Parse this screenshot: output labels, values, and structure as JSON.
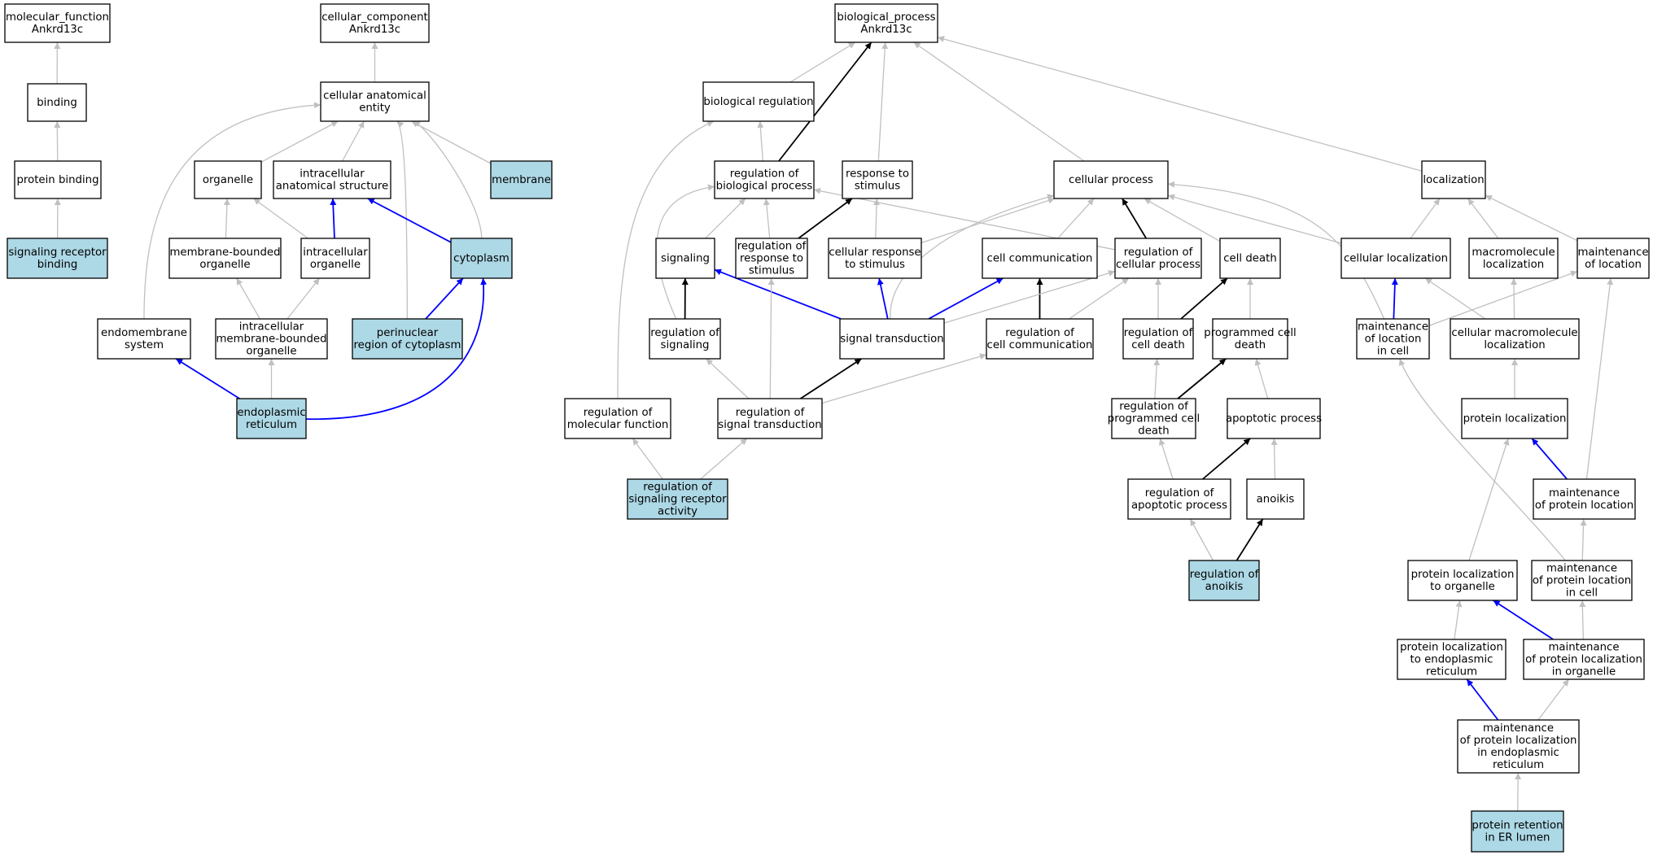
{
  "colors": {
    "highlight_fill": "#add8e6",
    "plain_fill": "#ffffff",
    "edge_gray": "#c0c0c0",
    "edge_black": "#000000",
    "edge_blue": "#0000ff"
  },
  "nodes": [
    {
      "id": "mf",
      "lines": [
        "molecular_function",
        "Ankrd13c"
      ],
      "highlight": false
    },
    {
      "id": "binding",
      "lines": [
        "binding"
      ],
      "highlight": false
    },
    {
      "id": "protein_binding",
      "lines": [
        "protein binding"
      ],
      "highlight": false
    },
    {
      "id": "signaling_receptor_binding",
      "lines": [
        "signaling receptor",
        "binding"
      ],
      "highlight": true
    },
    {
      "id": "cc",
      "lines": [
        "cellular_component",
        "Ankrd13c"
      ],
      "highlight": false
    },
    {
      "id": "cae",
      "lines": [
        "cellular anatomical",
        "entity"
      ],
      "highlight": false
    },
    {
      "id": "organelle",
      "lines": [
        "organelle"
      ],
      "highlight": false
    },
    {
      "id": "ias",
      "lines": [
        "intracellular",
        "anatomical structure"
      ],
      "highlight": false
    },
    {
      "id": "membrane",
      "lines": [
        "membrane"
      ],
      "highlight": true
    },
    {
      "id": "mbo",
      "lines": [
        "membrane-bounded",
        "organelle"
      ],
      "highlight": false
    },
    {
      "id": "io",
      "lines": [
        "intracellular",
        "organelle"
      ],
      "highlight": false
    },
    {
      "id": "cytoplasm",
      "lines": [
        "cytoplasm"
      ],
      "highlight": true
    },
    {
      "id": "endomembrane",
      "lines": [
        "endomembrane",
        "system"
      ],
      "highlight": false
    },
    {
      "id": "imbo",
      "lines": [
        "intracellular",
        "membrane-bounded",
        "organelle"
      ],
      "highlight": false
    },
    {
      "id": "perinuclear",
      "lines": [
        "perinuclear",
        "region of cytoplasm"
      ],
      "highlight": true
    },
    {
      "id": "er",
      "lines": [
        "endoplasmic",
        "reticulum"
      ],
      "highlight": true
    },
    {
      "id": "bp",
      "lines": [
        "biological_process",
        "Ankrd13c"
      ],
      "highlight": false
    },
    {
      "id": "bio_reg",
      "lines": [
        "biological regulation"
      ],
      "highlight": false
    },
    {
      "id": "reg_bp",
      "lines": [
        "regulation of",
        "biological process"
      ],
      "highlight": false
    },
    {
      "id": "resp_stim",
      "lines": [
        "response to",
        "stimulus"
      ],
      "highlight": false
    },
    {
      "id": "cell_proc",
      "lines": [
        "cellular process"
      ],
      "highlight": false
    },
    {
      "id": "localization",
      "lines": [
        "localization"
      ],
      "highlight": false
    },
    {
      "id": "signaling",
      "lines": [
        "signaling"
      ],
      "highlight": false
    },
    {
      "id": "reg_resp_stim",
      "lines": [
        "regulation of",
        "response to",
        "stimulus"
      ],
      "highlight": false
    },
    {
      "id": "cell_resp_stim",
      "lines": [
        "cellular response",
        "to stimulus"
      ],
      "highlight": false
    },
    {
      "id": "cell_comm",
      "lines": [
        "cell communication"
      ],
      "highlight": false
    },
    {
      "id": "reg_cell_proc",
      "lines": [
        "regulation of",
        "cellular process"
      ],
      "highlight": false
    },
    {
      "id": "cell_death",
      "lines": [
        "cell death"
      ],
      "highlight": false
    },
    {
      "id": "cell_loc",
      "lines": [
        "cellular localization"
      ],
      "highlight": false
    },
    {
      "id": "macro_loc",
      "lines": [
        "macromolecule",
        "localization"
      ],
      "highlight": false
    },
    {
      "id": "maint_loc",
      "lines": [
        "maintenance",
        "of location"
      ],
      "highlight": false
    },
    {
      "id": "reg_signaling",
      "lines": [
        "regulation of",
        "signaling"
      ],
      "highlight": false
    },
    {
      "id": "sig_trans",
      "lines": [
        "signal transduction"
      ],
      "highlight": false
    },
    {
      "id": "reg_cell_comm",
      "lines": [
        "regulation of",
        "cell communication"
      ],
      "highlight": false
    },
    {
      "id": "reg_cell_death",
      "lines": [
        "regulation of",
        "cell death"
      ],
      "highlight": false
    },
    {
      "id": "pcd",
      "lines": [
        "programmed cell",
        "death"
      ],
      "highlight": false
    },
    {
      "id": "maint_loc_cell",
      "lines": [
        "maintenance",
        "of location",
        "in cell"
      ],
      "highlight": false
    },
    {
      "id": "cell_macro_loc",
      "lines": [
        "cellular macromolecule",
        "localization"
      ],
      "highlight": false
    },
    {
      "id": "reg_mf",
      "lines": [
        "regulation of",
        "molecular function"
      ],
      "highlight": false
    },
    {
      "id": "reg_sig_trans",
      "lines": [
        "regulation of",
        "signal transduction"
      ],
      "highlight": false
    },
    {
      "id": "reg_pcd",
      "lines": [
        "regulation of",
        "programmed cell",
        "death"
      ],
      "highlight": false
    },
    {
      "id": "apoptotic",
      "lines": [
        "apoptotic process"
      ],
      "highlight": false
    },
    {
      "id": "prot_loc",
      "lines": [
        "protein localization"
      ],
      "highlight": false
    },
    {
      "id": "reg_srec_act",
      "lines": [
        "regulation of",
        "signaling receptor",
        "activity"
      ],
      "highlight": true
    },
    {
      "id": "reg_apop",
      "lines": [
        "regulation of",
        "apoptotic process"
      ],
      "highlight": false
    },
    {
      "id": "anoikis",
      "lines": [
        "anoikis"
      ],
      "highlight": false
    },
    {
      "id": "maint_prot_loc",
      "lines": [
        "maintenance",
        "of protein location"
      ],
      "highlight": false
    },
    {
      "id": "reg_anoikis",
      "lines": [
        "regulation of",
        "anoikis"
      ],
      "highlight": true
    },
    {
      "id": "prot_loc_org",
      "lines": [
        "protein localization",
        "to organelle"
      ],
      "highlight": false
    },
    {
      "id": "maint_prot_loc_cell",
      "lines": [
        "maintenance",
        "of protein location",
        "in cell"
      ],
      "highlight": false
    },
    {
      "id": "prot_loc_er",
      "lines": [
        "protein localization",
        "to endoplasmic",
        "reticulum"
      ],
      "highlight": false
    },
    {
      "id": "maint_prot_loc_org",
      "lines": [
        "maintenance",
        "of protein localization",
        "in organelle"
      ],
      "highlight": false
    },
    {
      "id": "maint_prot_loc_er",
      "lines": [
        "maintenance",
        "of protein localization",
        "in endoplasmic",
        "reticulum"
      ],
      "highlight": false
    },
    {
      "id": "prot_ret_er",
      "lines": [
        "protein retention",
        "in ER lumen"
      ],
      "highlight": true
    }
  ],
  "edges": [
    {
      "from": "binding",
      "to": "mf",
      "type": "gray"
    },
    {
      "from": "protein_binding",
      "to": "binding",
      "type": "gray"
    },
    {
      "from": "signaling_receptor_binding",
      "to": "protein_binding",
      "type": "gray"
    },
    {
      "from": "cae",
      "to": "cc",
      "type": "gray"
    },
    {
      "from": "organelle",
      "to": "cae",
      "type": "gray"
    },
    {
      "from": "ias",
      "to": "cae",
      "type": "gray"
    },
    {
      "from": "membrane",
      "to": "cae",
      "type": "gray"
    },
    {
      "from": "cytoplasm",
      "to": "cae",
      "type": "gray"
    },
    {
      "from": "perinuclear",
      "to": "cae",
      "type": "gray"
    },
    {
      "from": "endomembrane",
      "to": "cae",
      "type": "gray"
    },
    {
      "from": "mbo",
      "to": "organelle",
      "type": "gray"
    },
    {
      "from": "io",
      "to": "organelle",
      "type": "gray"
    },
    {
      "from": "io",
      "to": "ias",
      "type": "blue"
    },
    {
      "from": "cytoplasm",
      "to": "ias",
      "type": "blue"
    },
    {
      "from": "imbo",
      "to": "mbo",
      "type": "gray"
    },
    {
      "from": "imbo",
      "to": "io",
      "type": "gray"
    },
    {
      "from": "perinuclear",
      "to": "cytoplasm",
      "type": "blue"
    },
    {
      "from": "er",
      "to": "imbo",
      "type": "gray"
    },
    {
      "from": "er",
      "to": "endomembrane",
      "type": "blue"
    },
    {
      "from": "er",
      "to": "cytoplasm",
      "type": "blue"
    },
    {
      "from": "bio_reg",
      "to": "bp",
      "type": "gray"
    },
    {
      "from": "reg_bp",
      "to": "bp",
      "type": "black"
    },
    {
      "from": "resp_stim",
      "to": "bp",
      "type": "gray"
    },
    {
      "from": "cell_proc",
      "to": "bp",
      "type": "gray"
    },
    {
      "from": "localization",
      "to": "bp",
      "type": "gray"
    },
    {
      "from": "reg_bp",
      "to": "bio_reg",
      "type": "gray"
    },
    {
      "from": "reg_mf",
      "to": "bio_reg",
      "type": "gray"
    },
    {
      "from": "signaling",
      "to": "reg_bp",
      "type": "gray"
    },
    {
      "from": "reg_resp_stim",
      "to": "reg_bp",
      "type": "gray"
    },
    {
      "from": "reg_cell_proc",
      "to": "reg_bp",
      "type": "gray"
    },
    {
      "from": "reg_signaling",
      "to": "reg_bp",
      "type": "gray"
    },
    {
      "from": "reg_resp_stim",
      "to": "resp_stim",
      "type": "black"
    },
    {
      "from": "cell_resp_stim",
      "to": "resp_stim",
      "type": "gray"
    },
    {
      "from": "cell_resp_stim",
      "to": "cell_proc",
      "type": "gray"
    },
    {
      "from": "cell_comm",
      "to": "cell_proc",
      "type": "gray"
    },
    {
      "from": "reg_cell_proc",
      "to": "cell_proc",
      "type": "black"
    },
    {
      "from": "cell_death",
      "to": "cell_proc",
      "type": "gray"
    },
    {
      "from": "cell_loc",
      "to": "cell_proc",
      "type": "gray"
    },
    {
      "from": "sig_trans",
      "to": "cell_proc",
      "type": "gray"
    },
    {
      "from": "maint_loc_cell",
      "to": "cell_proc",
      "type": "gray"
    },
    {
      "from": "cell_loc",
      "to": "localization",
      "type": "gray"
    },
    {
      "from": "macro_loc",
      "to": "localization",
      "type": "gray"
    },
    {
      "from": "maint_loc",
      "to": "localization",
      "type": "gray"
    },
    {
      "from": "reg_signaling",
      "to": "signaling",
      "type": "black"
    },
    {
      "from": "sig_trans",
      "to": "signaling",
      "type": "blue"
    },
    {
      "from": "reg_sig_trans",
      "to": "reg_resp_stim",
      "type": "gray"
    },
    {
      "from": "sig_trans",
      "to": "cell_resp_stim",
      "type": "blue"
    },
    {
      "from": "sig_trans",
      "to": "cell_comm",
      "type": "blue"
    },
    {
      "from": "reg_cell_comm",
      "to": "cell_comm",
      "type": "black"
    },
    {
      "from": "sig_trans",
      "to": "reg_cell_proc",
      "type": "gray"
    },
    {
      "from": "reg_cell_comm",
      "to": "reg_cell_proc",
      "type": "gray"
    },
    {
      "from": "reg_cell_death",
      "to": "reg_cell_proc",
      "type": "gray"
    },
    {
      "from": "reg_cell_death",
      "to": "cell_death",
      "type": "black"
    },
    {
      "from": "pcd",
      "to": "cell_death",
      "type": "gray"
    },
    {
      "from": "maint_loc_cell",
      "to": "cell_loc",
      "type": "blue"
    },
    {
      "from": "cell_macro_loc",
      "to": "cell_loc",
      "type": "gray"
    },
    {
      "from": "cell_macro_loc",
      "to": "macro_loc",
      "type": "gray"
    },
    {
      "from": "maint_loc_cell",
      "to": "maint_loc",
      "type": "gray"
    },
    {
      "from": "maint_prot_loc",
      "to": "maint_loc",
      "type": "gray"
    },
    {
      "from": "reg_sig_trans",
      "to": "reg_signaling",
      "type": "gray"
    },
    {
      "from": "reg_sig_trans",
      "to": "sig_trans",
      "type": "black"
    },
    {
      "from": "reg_sig_trans",
      "to": "reg_cell_comm",
      "type": "gray"
    },
    {
      "from": "reg_pcd",
      "to": "reg_cell_death",
      "type": "gray"
    },
    {
      "from": "reg_pcd",
      "to": "pcd",
      "type": "black"
    },
    {
      "from": "apoptotic",
      "to": "pcd",
      "type": "gray"
    },
    {
      "from": "maint_prot_loc_cell",
      "to": "maint_loc_cell",
      "type": "gray"
    },
    {
      "from": "prot_loc",
      "to": "cell_macro_loc",
      "type": "gray"
    },
    {
      "from": "reg_srec_act",
      "to": "reg_mf",
      "type": "gray"
    },
    {
      "from": "reg_srec_act",
      "to": "reg_sig_trans",
      "type": "gray"
    },
    {
      "from": "reg_apop",
      "to": "reg_pcd",
      "type": "gray"
    },
    {
      "from": "reg_apop",
      "to": "apoptotic",
      "type": "black"
    },
    {
      "from": "anoikis",
      "to": "apoptotic",
      "type": "gray"
    },
    {
      "from": "prot_loc_org",
      "to": "prot_loc",
      "type": "gray"
    },
    {
      "from": "maint_prot_loc",
      "to": "prot_loc",
      "type": "blue"
    },
    {
      "from": "reg_anoikis",
      "to": "reg_apop",
      "type": "gray"
    },
    {
      "from": "reg_anoikis",
      "to": "anoikis",
      "type": "black"
    },
    {
      "from": "maint_prot_loc_cell",
      "to": "maint_prot_loc",
      "type": "gray"
    },
    {
      "from": "prot_loc_er",
      "to": "prot_loc_org",
      "type": "gray"
    },
    {
      "from": "maint_prot_loc_org",
      "to": "prot_loc_org",
      "type": "blue"
    },
    {
      "from": "maint_prot_loc_org",
      "to": "maint_prot_loc_cell",
      "type": "gray"
    },
    {
      "from": "maint_prot_loc_er",
      "to": "prot_loc_er",
      "type": "blue"
    },
    {
      "from": "maint_prot_loc_er",
      "to": "maint_prot_loc_org",
      "type": "gray"
    },
    {
      "from": "prot_ret_er",
      "to": "maint_prot_loc_er",
      "type": "gray"
    }
  ]
}
